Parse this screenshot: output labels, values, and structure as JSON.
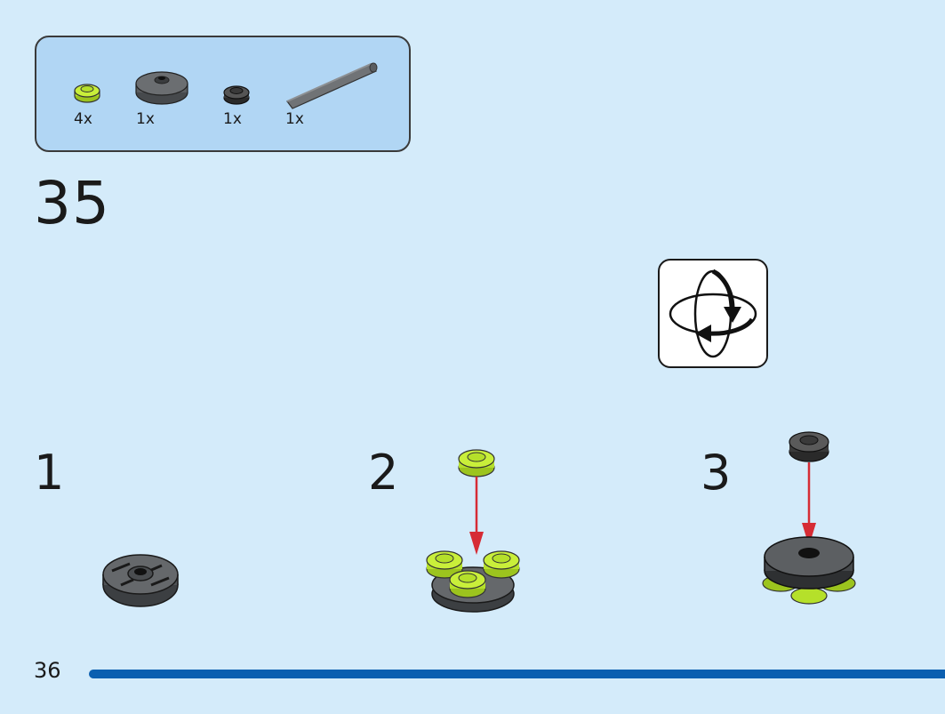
{
  "parts_list": {
    "items": [
      {
        "name": "lime-round-plate-1x1",
        "qty": "4x",
        "color": "#b5e02a"
      },
      {
        "name": "dark-grey-round-tile-2x2",
        "qty": "1x",
        "color": "#5a5d60"
      },
      {
        "name": "black-round-plate-1x1",
        "qty": "1x",
        "color": "#2b2b2b"
      },
      {
        "name": "dark-grey-bar",
        "qty": "1x",
        "color": "#6b6e70"
      }
    ]
  },
  "step": {
    "number": "35",
    "substeps": [
      {
        "label": "1"
      },
      {
        "label": "2"
      },
      {
        "label": "3"
      }
    ]
  },
  "rotate_icon": "rotate-model-icon",
  "page": {
    "number": "36"
  },
  "colors": {
    "background": "#d4ebfa",
    "parts_box": "#b1d6f4",
    "progress": "#0b5fb0",
    "arrow": "#d62c35"
  }
}
